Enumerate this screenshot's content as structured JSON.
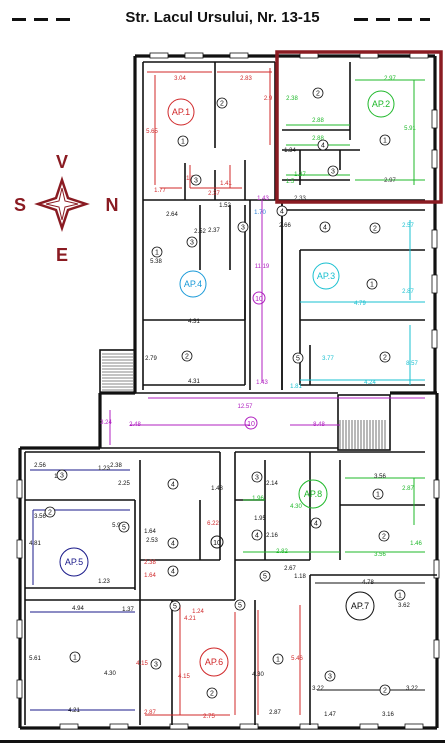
{
  "title": "Str. Lacul Ursului, Nr. 13-15",
  "compass": {
    "north": "N",
    "south": "S",
    "east": "E",
    "west": "V"
  },
  "colors": {
    "ap1": "#d0282a",
    "ap2": "#1fb82a",
    "ap3": "#18c0d0",
    "ap4": "#1a9ad8",
    "ap5": "#1a1a8a",
    "ap6": "#d0282a",
    "ap7": "#111111",
    "ap8": "#1fb82a",
    "corridor": "#b020c0",
    "wall": "#111111",
    "highlight": "#8a1b22",
    "compass": "#8a1b22"
  },
  "apartments": [
    {
      "label": "AP.1"
    },
    {
      "label": "AP.2"
    },
    {
      "label": "AP.3"
    },
    {
      "label": "AP.4"
    },
    {
      "label": "AP.5"
    },
    {
      "label": "AP.6"
    },
    {
      "label": "AP.7"
    },
    {
      "label": "AP.8"
    }
  ],
  "corridor_number": "10",
  "room_numbers": [
    "1",
    "2",
    "3",
    "4",
    "5"
  ],
  "dimensions": {
    "ap1": [
      "3.04",
      "2.83",
      "2.9",
      "5.65",
      "1.56",
      "1.41",
      "2.37",
      "1.77"
    ],
    "ap2": [
      "2.97",
      "5.91",
      "2.38",
      "2.88",
      "2.88",
      "2.97",
      "1.34",
      "1.37",
      "1.5"
    ],
    "ap3": [
      "2.57",
      "2.87",
      "4.79",
      "3.77",
      "8.57",
      "4.24",
      "1.81",
      "1.70",
      "2.66",
      "2.33"
    ],
    "ap4": [
      "2.64",
      "1.52",
      "2.37",
      "2.52",
      "5.38",
      "4.31",
      "2.79",
      "4.31"
    ],
    "corridor": [
      "1.43",
      "11.19",
      "1.43",
      "12.57",
      "3.24",
      "2.48",
      "8.48"
    ],
    "ap5": [
      "2.56",
      "1.77",
      "2.38",
      "2.25",
      "3.56",
      "5.99",
      "4.81",
      "1.64",
      "2.53",
      "1.23",
      "2.38",
      "1.64",
      "1.23",
      "4.94",
      "1.37",
      "5.61",
      "4.30",
      "4.21"
    ],
    "ap6": [
      "1.48",
      "6.22",
      "1.24",
      "4.21",
      "4.15",
      "4.15",
      "4.30",
      "5.46",
      "2.87",
      "2.75",
      "2.87"
    ],
    "ap7": [
      "4.78",
      "3.62",
      "3.22",
      "3.22",
      "1.47",
      "3.16",
      "1.18"
    ],
    "ap8": [
      "2.14",
      "1.96",
      "4.30",
      "3.56",
      "2.87",
      "1.46",
      "2.82",
      "3.56",
      "1.95",
      "2.16",
      "2.67"
    ]
  }
}
